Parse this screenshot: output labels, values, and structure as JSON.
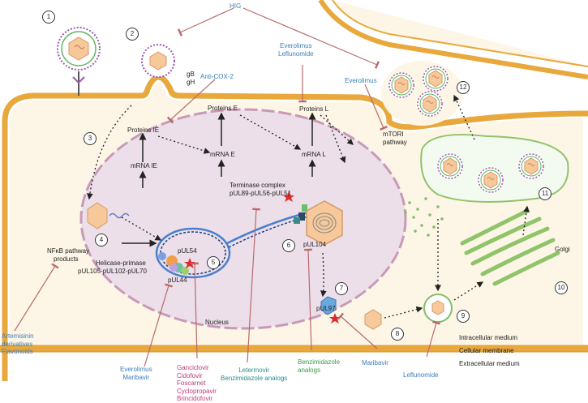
{
  "steps": [
    "1",
    "2",
    "3",
    "4",
    "5",
    "6",
    "7",
    "8",
    "9",
    "10",
    "11",
    "12"
  ],
  "labels": {
    "gb": "gB",
    "gh": "gH",
    "proteins_ie": "Proteins IE",
    "proteins_e": "Proteins E",
    "proteins_l": "Proteins L",
    "mrna_ie": "mRNA IE",
    "mrna_e": "mRNA E",
    "mrna_l": "mRNA L",
    "terminase": "Terminase complex",
    "terminase_genes": "pUL89-pUL56-pUL51",
    "pul104": "pUL104",
    "pul54": "pUL54",
    "pul44": "pUL44",
    "pul97": "pUL97",
    "helicase": "Helicase-primase",
    "helicase_genes": "pUL105-pUL102-pUL70",
    "nfkb_line1": "NFκB pathway",
    "nfkb_line2": "products",
    "nucleus": "Nucleus",
    "mtor_line1": "mTORI",
    "mtor_line2": "pathway",
    "golgi": "Golgi",
    "intracellular": "Intracellular medium",
    "membrane": "Cellular membrane",
    "extracellular": "Extracellular medium"
  },
  "drugs": {
    "hig": "HIG",
    "anti_cox2": "Anti-COX-2",
    "everolimus_leflunomide": [
      "Everolimus",
      "Leflunomide"
    ],
    "everolimus_top": "Everolimus",
    "artemisinin": [
      "Artemisinin",
      "derivatives",
      "Flavonoids"
    ],
    "everolimus_maribavir": [
      "Everolimus",
      "Maribavir"
    ],
    "ganciclovir_group": [
      "Ganciclovir",
      "Cidofovir",
      "Foscarnet",
      "Cyclopropavir",
      "Brincidofovir"
    ],
    "letermovir": [
      "Letermovir",
      "Benzimidazole analogs"
    ],
    "benzimidazole": [
      "Benzimidazole",
      "analogs"
    ],
    "maribavir": "Maribavir",
    "leflunomide": "Leflunomide"
  },
  "colors": {
    "membrane": "#e8a83c",
    "cytoplasm": "#fdf6e6",
    "nucleus_fill": "#ecdfe9",
    "nucleus_edge": "#c89ab8",
    "inhibitor": "#b86a6a",
    "drug_blue": "#3b7fb8",
    "drug_pink": "#c0397a",
    "drug_teal": "#2e8b8b",
    "golgi": "#8fc46a",
    "capsid": "#f0b987"
  }
}
